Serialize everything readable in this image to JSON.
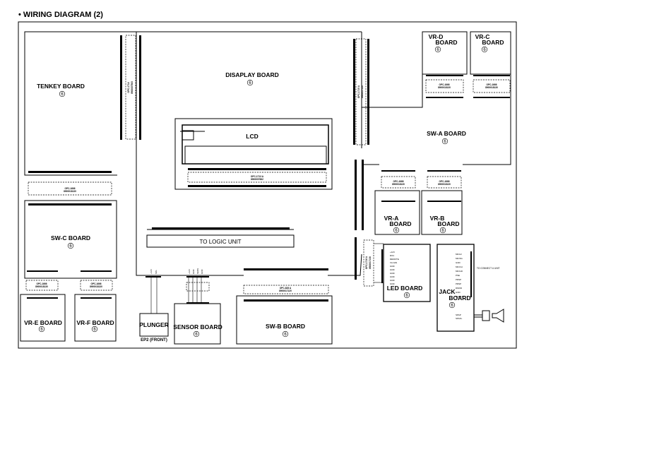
{
  "title": "• WIRING DIAGRAM (2)",
  "circle_number": "6",
  "boards": {
    "tenkey": "TENKEY BOARD",
    "display": "DISAPLAY BOARD",
    "lcd": "LCD",
    "vr_d": [
      "VR-D",
      "BOARD"
    ],
    "vr_c": [
      "VR-C",
      "BOARD"
    ],
    "sw_a": "SW-A BOARD",
    "vr_a": [
      "VR-A",
      "BOARD"
    ],
    "vr_b": [
      "VR-B",
      "BOARD"
    ],
    "sw_c": "SW-C BOARD",
    "vr_e": "VR-E BOARD",
    "vr_f": "VR-F BOARD",
    "to_logic": "TO LOGIC UNIT",
    "led": "LED BOARD",
    "jack": [
      "JACK",
      "BOARD"
    ],
    "plunger": "PLUNGER",
    "ep2": "EP2 (FRONT)",
    "sensor": "SENSOR BOARD",
    "sw_b": "SW-B BOARD"
  },
  "cables": {
    "opc1666": [
      "OPC-1666",
      "8900018130"
    ],
    "opc1713": [
      "OPC-1713 A",
      "8900007682"
    ],
    "opc1714": [
      "OPC-1714",
      "8900007583"
    ],
    "opc828": [
      "OPC-828 A",
      "8900017120"
    ],
    "opc1715": [
      "OPC-1715 A",
      "8900017120"
    ],
    "opc1716": [
      "OPC-1716 A",
      "8900017130"
    ]
  },
  "jack_note": "TO CONNECT U UNIT",
  "jack_pins": [
    "MICHI",
    "MICSG",
    "GND",
    "MICCH",
    "MICGD",
    "PSE",
    "PRSP",
    "PRSP",
    "DMOD",
    "GND",
    "CHEST"
  ],
  "led_pins": [
    "+12V",
    "RXC",
    "REMOTE",
    "VLCHN",
    "GND",
    "GND",
    "GND",
    "GND",
    "GND",
    "GND"
  ],
  "jack_bottom_pins": [
    "SPAP",
    "SPAFL"
  ],
  "sensor_pins": [
    "+12V",
    "GND",
    "SENS",
    "GND"
  ],
  "plunger_pins": [
    "+12V",
    "SOL"
  ]
}
